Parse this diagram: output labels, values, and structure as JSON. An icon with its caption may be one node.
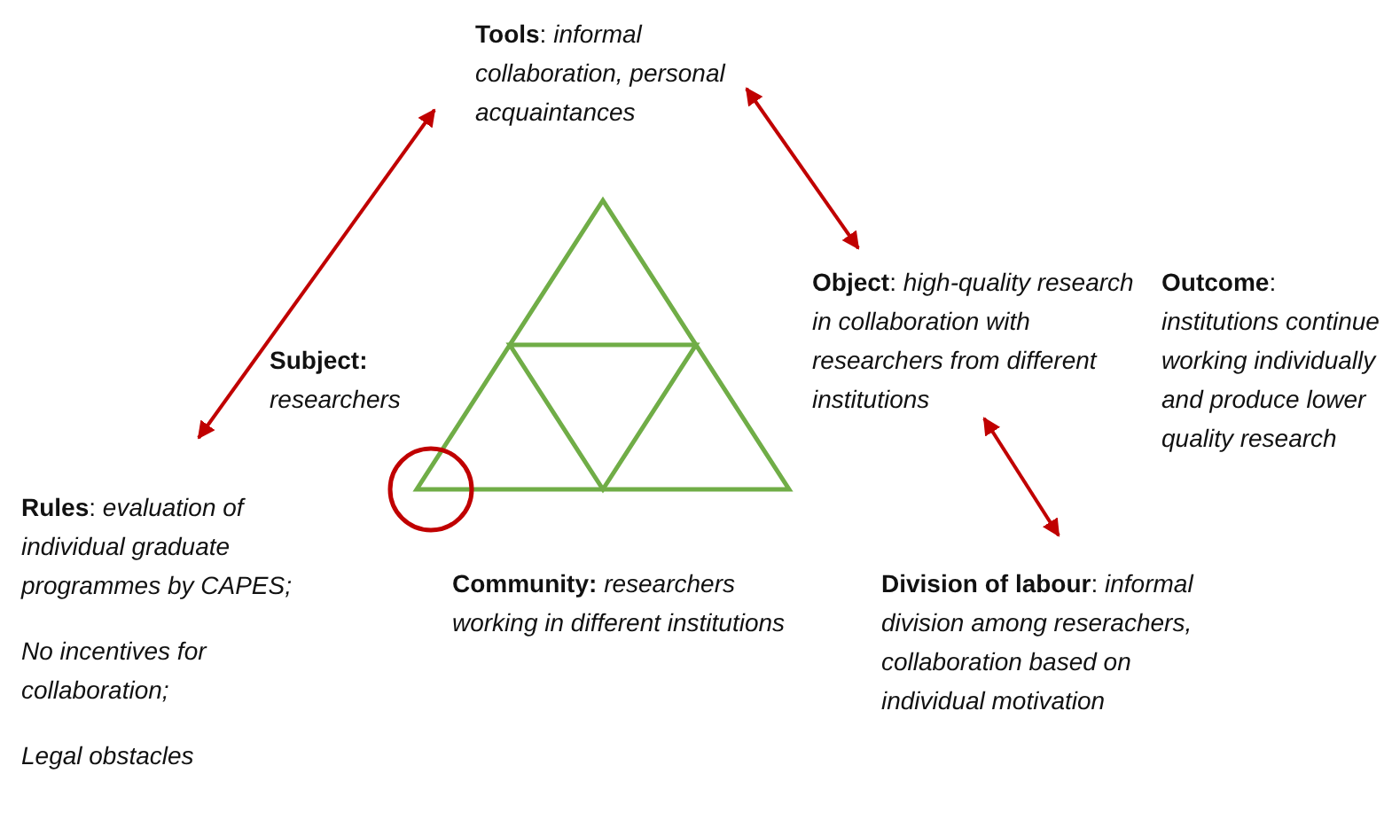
{
  "diagram": {
    "nodes": [
      {
        "text": [
          "**Tools**: *informal collaboration, personal acquaintances*"
        ]
      },
      {
        "text": [
          "**Object**: *high-quality research in collaboration with researchers from different institutions*"
        ]
      },
      {
        "text": [
          "**Outcome**: *institutions continue working individually and produce lower quality research*"
        ]
      },
      {
        "text": [
          "**Subject:** *researchers*"
        ]
      },
      {
        "text": [
          "**Rules**: *evaluation of individual graduate programmes by CAPES;*",
          "*No incentives for collaboration;*",
          "*Legal obstacles*"
        ]
      },
      {
        "text": [
          "**Community:** *researchers working in different institutions*"
        ]
      },
      {
        "text": [
          "**Division of labour**: *informal division among reserachers, collaboration based on individual motivation*"
        ]
      }
    ],
    "edges": [
      {
        "from": 4,
        "to": 0,
        "arrow": "both",
        "color": "#c00000"
      },
      {
        "from": 0,
        "to": 1,
        "arrow": "both",
        "color": "#c00000"
      },
      {
        "from": 1,
        "to": 6,
        "arrow": "both",
        "color": "#c00000"
      }
    ]
  }
}
